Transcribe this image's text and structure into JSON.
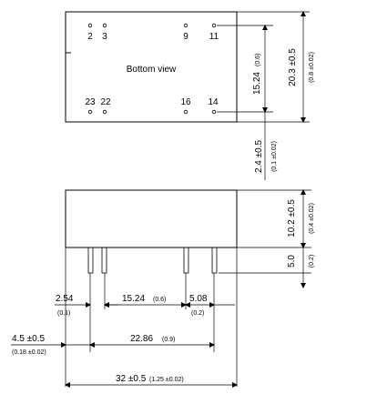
{
  "bottom_view": {
    "label": "Bottom view",
    "pins": {
      "p2": "2",
      "p3": "3",
      "p9": "9",
      "p11": "11",
      "p23": "23",
      "p22": "22",
      "p16": "16",
      "p14": "14"
    }
  },
  "dimensions": {
    "pin_row_spacing": {
      "value": "15.24",
      "inch": "(0.6)"
    },
    "width": {
      "value": "20.3 ±0.5",
      "inch": "(0.8 ±0.02)"
    },
    "edge_to_pin": {
      "value": "2.4 ±0.5",
      "inch": "(0.1 ±0.02)"
    },
    "height": {
      "value": "10.2 ±0.5",
      "inch": "(0.4 ±0.02)"
    },
    "pin_length": {
      "value": "5.0",
      "inch": "(0.2)"
    },
    "pitch_left": {
      "value": "2.54",
      "inch": "(0.1)"
    },
    "pin_group_span": {
      "value": "15.24",
      "inch": "(0.6)"
    },
    "pitch_right": {
      "value": "5.08",
      "inch": "(0.2)"
    },
    "edge_offset": {
      "value": "4.5 ±0.5",
      "inch": "(0.18 ±0.02)"
    },
    "outer_pin_span": {
      "value": "22.86",
      "inch": "(0.9)"
    },
    "length": {
      "value": "32 ±0.5",
      "inch": "(1.25 ±0.02)"
    }
  }
}
